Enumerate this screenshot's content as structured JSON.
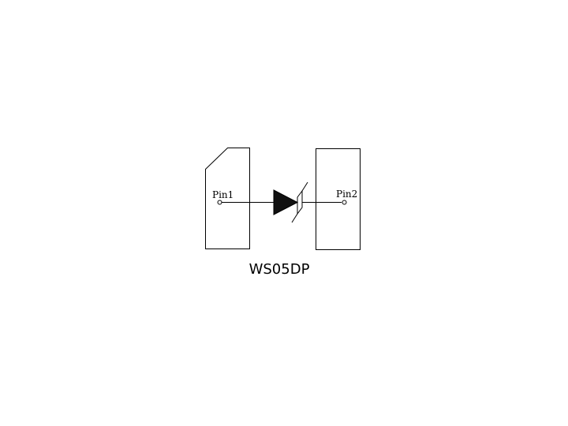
{
  "diagram": {
    "part_name": "WS05DP",
    "pin1_label": "Pin1",
    "pin2_label": "Pin2"
  },
  "colors": {
    "background": "#ffffff",
    "stroke": "#000000",
    "diode_fill": "#111111"
  }
}
